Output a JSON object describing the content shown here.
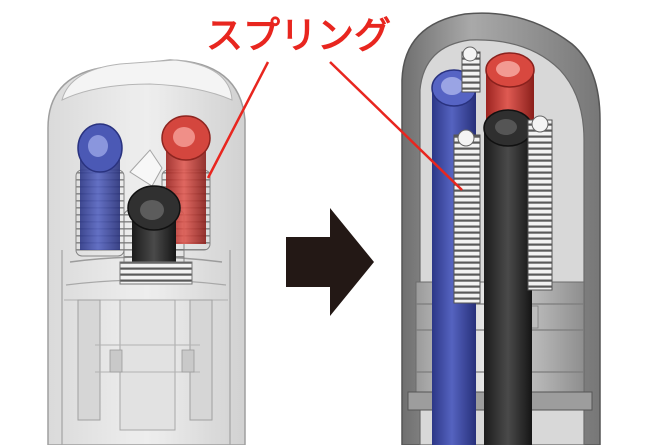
{
  "callout": {
    "label": "スプリング",
    "color": "#e8261f"
  },
  "illustration": {
    "left_view": "translucent-pen-tip-with-three-refills-and-springs",
    "right_view": "cutaway-pen-tip-with-three-refills-and-springs",
    "arrow": "right-arrow"
  },
  "colors": {
    "refill_blue": "#3d4a9e",
    "refill_red": "#c63b35",
    "refill_black": "#2b2b2b",
    "housing_gray": "#8b8b8b",
    "arrow": "#231815"
  }
}
